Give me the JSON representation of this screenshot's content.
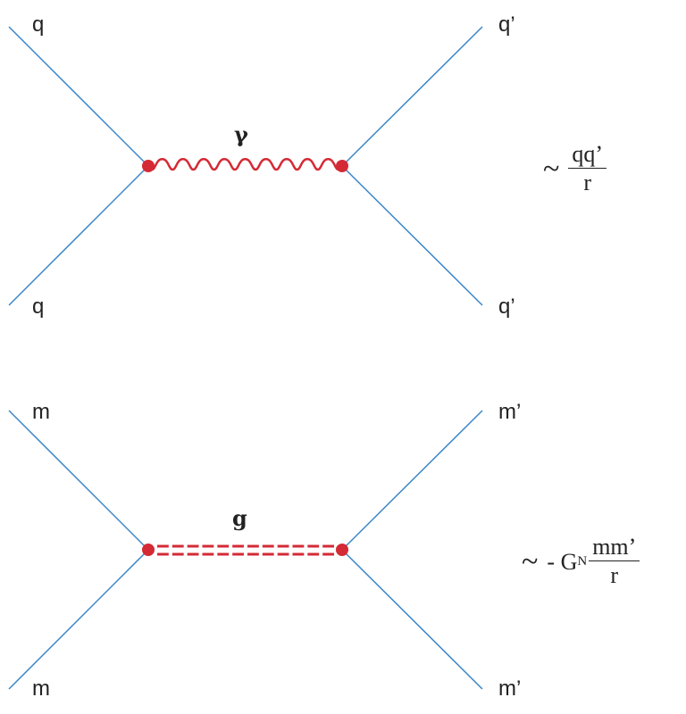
{
  "colors": {
    "fermion_line": "#3a86c8",
    "boson": "#d42a35",
    "vertex": "#d42a35"
  },
  "top_diagram": {
    "labels": {
      "in_top": "q",
      "in_bottom": "q",
      "out_top": "q’",
      "out_bottom": "q’"
    },
    "boson_label": "γ",
    "boson_type": "wavy",
    "formula": {
      "tilde": "~",
      "numerator": "qq’",
      "denominator": "r"
    }
  },
  "bottom_diagram": {
    "labels": {
      "in_top": "m",
      "in_bottom": "m",
      "out_top": "m’",
      "out_bottom": "m’"
    },
    "boson_label": "g",
    "boson_type": "double-dashed",
    "formula": {
      "tilde": "~",
      "prefix": "- G",
      "subscript": "N",
      "numerator": "mm’",
      "denominator": "r"
    }
  }
}
